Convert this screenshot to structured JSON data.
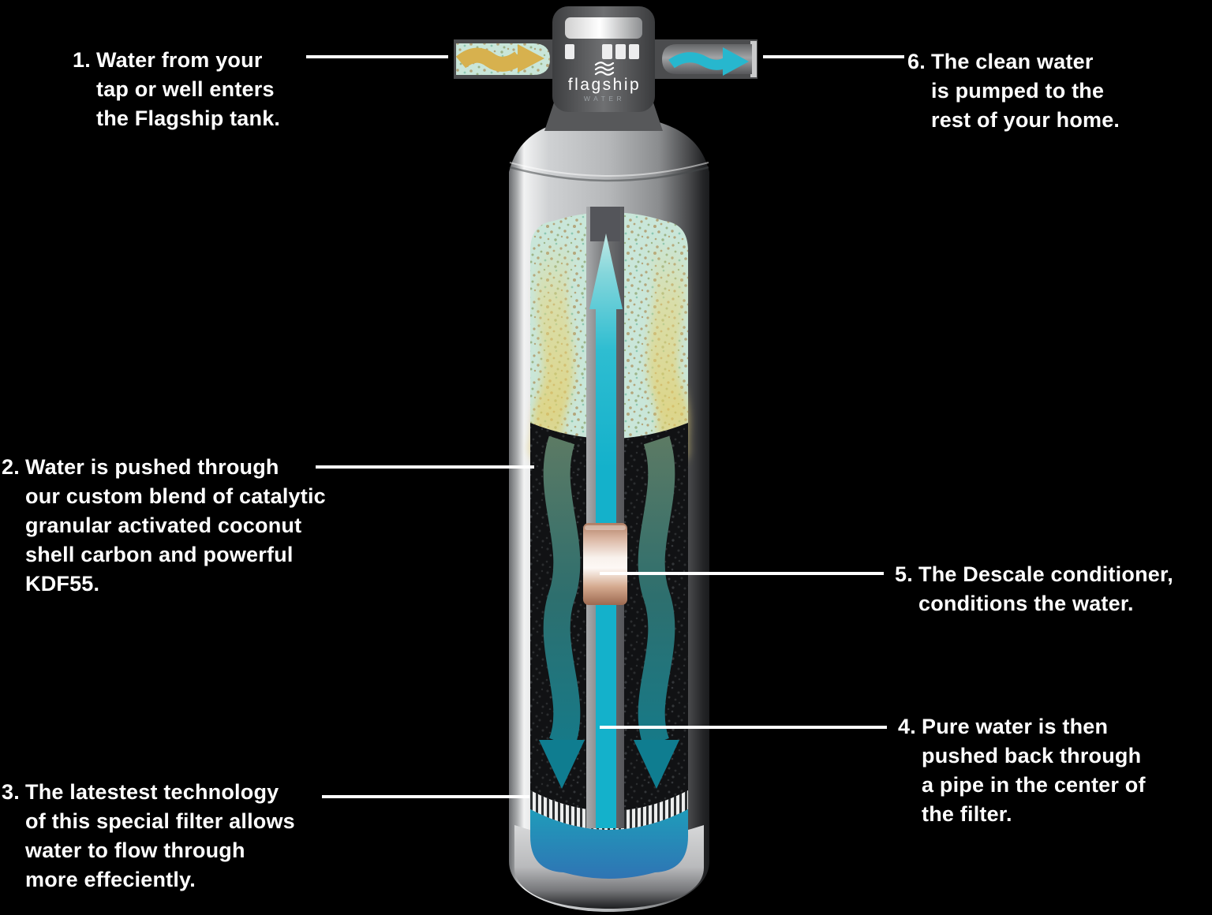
{
  "brand": {
    "name": "flagship",
    "sub": "WATER",
    "icon": "triple-wave"
  },
  "callouts": [
    {
      "number": "1.",
      "lines": [
        "Water from your",
        "tap or well enters",
        "the Flagship tank."
      ]
    },
    {
      "number": "2.",
      "lines": [
        "Water is pushed through",
        "our custom blend of catalytic",
        "granular activated coconut",
        "shell carbon and powerful",
        "KDF55."
      ]
    },
    {
      "number": "3.",
      "lines": [
        "The latestest technology",
        "of this special filter allows",
        "water to flow through",
        "more effeciently."
      ]
    },
    {
      "number": "4.",
      "lines": [
        "Pure water is then",
        "pushed back through",
        "a pipe in the center of",
        "the filter."
      ]
    },
    {
      "number": "5.",
      "lines": [
        "The Descale conditioner,",
        "conditions the water."
      ]
    },
    {
      "number": "6.",
      "lines": [
        "The clean water",
        "is pumped to the",
        "rest of your home."
      ]
    }
  ],
  "colors": {
    "background": "#000000",
    "text": "#ffffff",
    "clean_water_arrow": "#27b7ce",
    "untreated_water_arrow": "#d7b14e",
    "sediment_media": "#c9e6d9",
    "carbon_media": "#131416",
    "down_flow_arrow_top": "#5c7a64",
    "down_flow_arrow_bottom": "#0f7d90",
    "descale_band": "#d9b4a0",
    "reservoir_top": "#1f9cba",
    "reservoir_bottom": "#2f74b4",
    "tank_silver": "#c9cbcd",
    "valve_gray": "#5a5b5d"
  }
}
